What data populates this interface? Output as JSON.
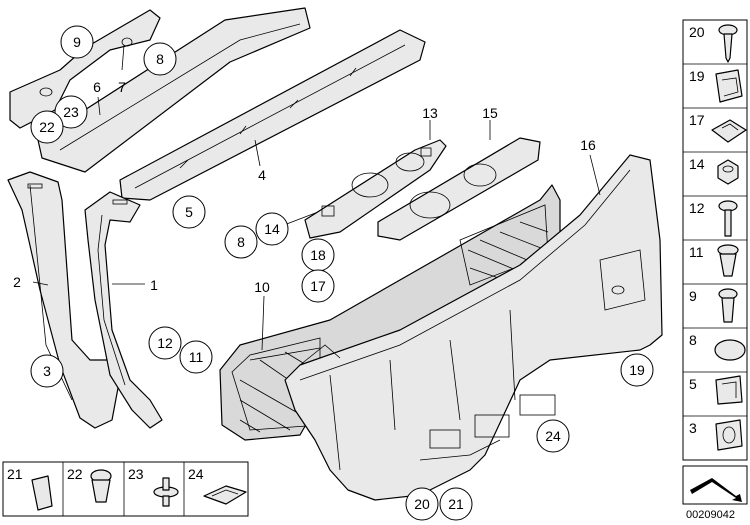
{
  "diagram_id": "00209042",
  "callouts": {
    "c1": "1",
    "c2": "2",
    "c3": "3",
    "c4": "4",
    "c5": "5",
    "c6": "6",
    "c7": "7",
    "c8a": "8",
    "c8b": "8",
    "c9": "9",
    "c10": "10",
    "c11": "11",
    "c12": "12",
    "c13": "13",
    "c14": "14",
    "c15": "15",
    "c16": "16",
    "c17": "17",
    "c18": "18",
    "c19": "19",
    "c20": "20",
    "c21": "21",
    "c22": "22",
    "c23": "23",
    "c24": "24"
  },
  "side_panel": [
    "20",
    "19",
    "17",
    "14",
    "12",
    "11",
    "9",
    "8",
    "5",
    "3"
  ],
  "bottom_row": [
    "21",
    "22",
    "23",
    "24"
  ]
}
